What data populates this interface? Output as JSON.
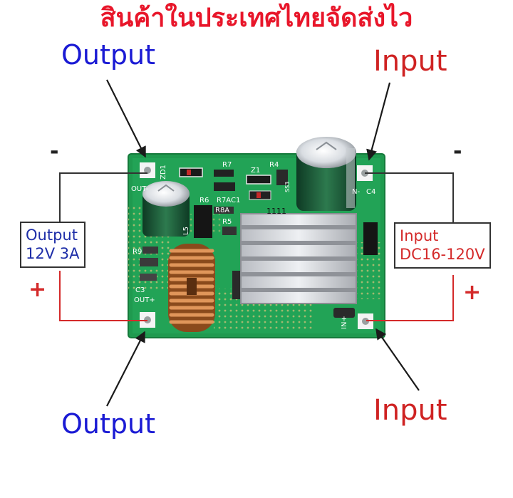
{
  "banner": {
    "text": "สินค้าในประเทศไทยจัดส่งไว",
    "color": "#e8162a"
  },
  "labels": {
    "output_top": "Output",
    "output_bottom": "Output",
    "input_top": "Input",
    "input_bottom": "Input",
    "output_color": "#1a1ad4",
    "input_color": "#cf2222"
  },
  "output_box": {
    "line1": "Output",
    "line2": "12V 3A"
  },
  "input_box": {
    "line1": "Input",
    "line2": "DC16-120V"
  },
  "polarity": {
    "neg_left": "-",
    "neg_right": "-",
    "pos_left": "+",
    "pos_right": "+"
  },
  "pcb": {
    "board_color": "#1f9a4f",
    "silkscreen": [
      "OUT-",
      "OUT+",
      "IN+",
      "N-",
      "C4",
      "ZD1",
      "R7",
      "Z1",
      "R4",
      "R6",
      "R7AC1",
      "R8A",
      "R5",
      "R9",
      "C3",
      "L5",
      "1111",
      "SS3"
    ]
  }
}
